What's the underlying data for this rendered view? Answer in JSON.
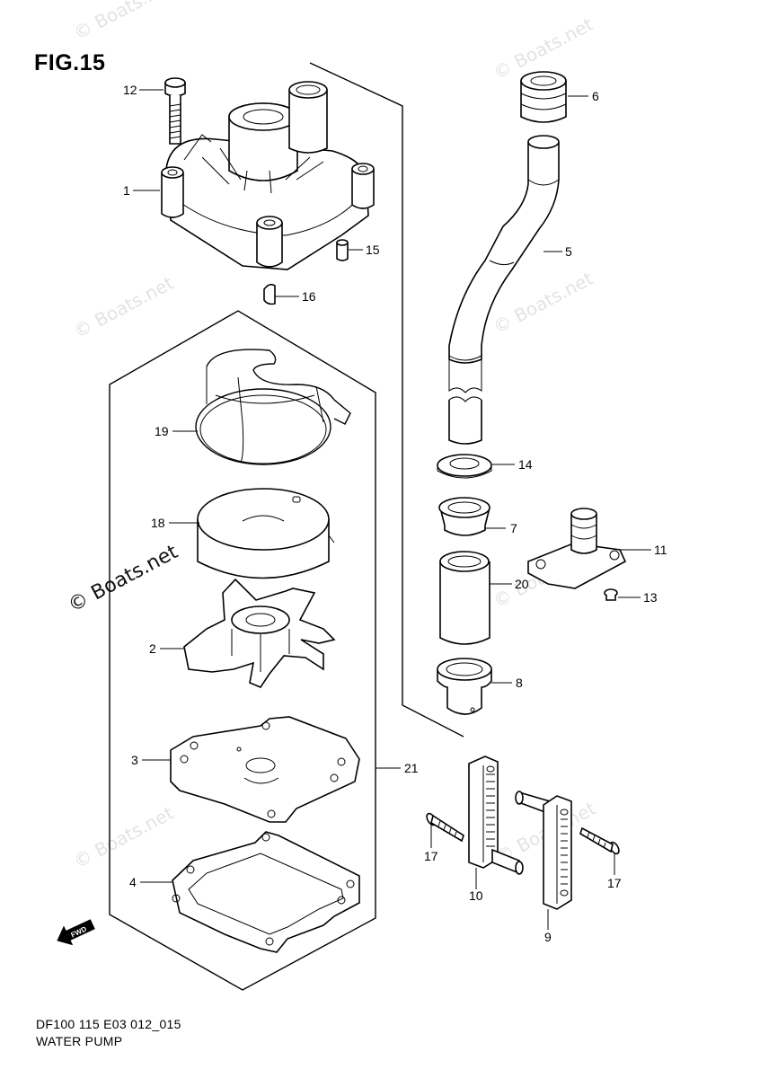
{
  "figure_title": "FIG.15",
  "footer": {
    "code": "DF100 115 E03 012_015",
    "name": "WATER PUMP"
  },
  "watermark": "© Boats.net",
  "fwd_label": "FWD",
  "callouts": [
    "1",
    "2",
    "3",
    "4",
    "5",
    "6",
    "7",
    "8",
    "9",
    "10",
    "11",
    "12",
    "13",
    "14",
    "15",
    "16",
    "17",
    "17",
    "18",
    "19",
    "20",
    "21"
  ]
}
